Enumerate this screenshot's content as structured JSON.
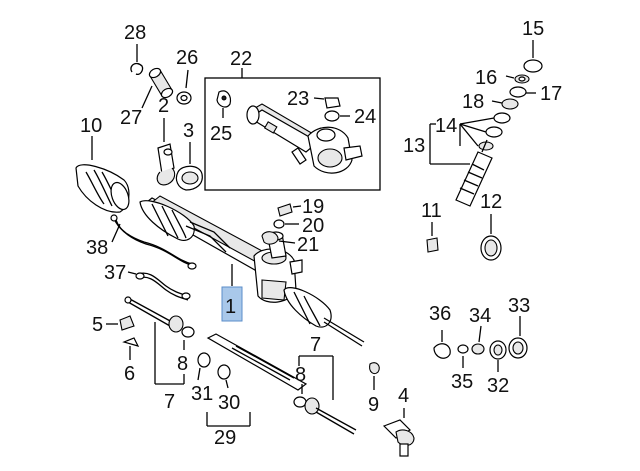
{
  "diagram": {
    "selected_callout": "1",
    "callouts": [
      {
        "id": "c1",
        "label": "1"
      },
      {
        "id": "c2",
        "label": "2"
      },
      {
        "id": "c3",
        "label": "3"
      },
      {
        "id": "c4",
        "label": "4"
      },
      {
        "id": "c5",
        "label": "5"
      },
      {
        "id": "c6",
        "label": "6"
      },
      {
        "id": "c7a",
        "label": "7"
      },
      {
        "id": "c7b",
        "label": "7"
      },
      {
        "id": "c8a",
        "label": "8"
      },
      {
        "id": "c8b",
        "label": "8"
      },
      {
        "id": "c9",
        "label": "9"
      },
      {
        "id": "c10",
        "label": "10"
      },
      {
        "id": "c11",
        "label": "11"
      },
      {
        "id": "c12",
        "label": "12"
      },
      {
        "id": "c13",
        "label": "13"
      },
      {
        "id": "c14",
        "label": "14"
      },
      {
        "id": "c15",
        "label": "15"
      },
      {
        "id": "c16",
        "label": "16"
      },
      {
        "id": "c17",
        "label": "17"
      },
      {
        "id": "c18",
        "label": "18"
      },
      {
        "id": "c19",
        "label": "19"
      },
      {
        "id": "c20",
        "label": "20"
      },
      {
        "id": "c21",
        "label": "21"
      },
      {
        "id": "c22",
        "label": "22"
      },
      {
        "id": "c23",
        "label": "23"
      },
      {
        "id": "c24",
        "label": "24"
      },
      {
        "id": "c25",
        "label": "25"
      },
      {
        "id": "c26",
        "label": "26"
      },
      {
        "id": "c27",
        "label": "27"
      },
      {
        "id": "c28",
        "label": "28"
      },
      {
        "id": "c29",
        "label": "29"
      },
      {
        "id": "c30",
        "label": "30"
      },
      {
        "id": "c31",
        "label": "31"
      },
      {
        "id": "c32",
        "label": "32"
      },
      {
        "id": "c33",
        "label": "33"
      },
      {
        "id": "c34",
        "label": "34"
      },
      {
        "id": "c35",
        "label": "35"
      },
      {
        "id": "c36",
        "label": "36"
      },
      {
        "id": "c37",
        "label": "37"
      },
      {
        "id": "c38",
        "label": "38"
      }
    ]
  }
}
